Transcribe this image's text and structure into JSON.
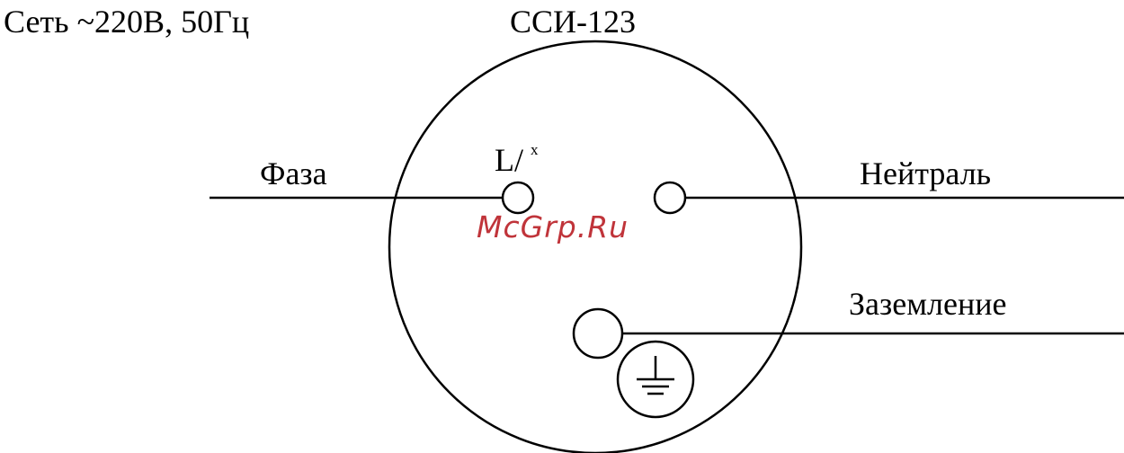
{
  "labels": {
    "network": "Сеть ~220В, 50Гц",
    "device": "ССИ-123",
    "phase": "Фаза",
    "neutral": "Нейтраль",
    "ground": "Заземление",
    "phase_terminal": "L/",
    "phase_terminal_sup": "x"
  },
  "watermark": {
    "text": "McGrp.Ru",
    "color": "#c0343a"
  },
  "colors": {
    "stroke": "#000000",
    "background": "#ffffff"
  },
  "icons": {
    "earth": "earth-ground-icon"
  }
}
